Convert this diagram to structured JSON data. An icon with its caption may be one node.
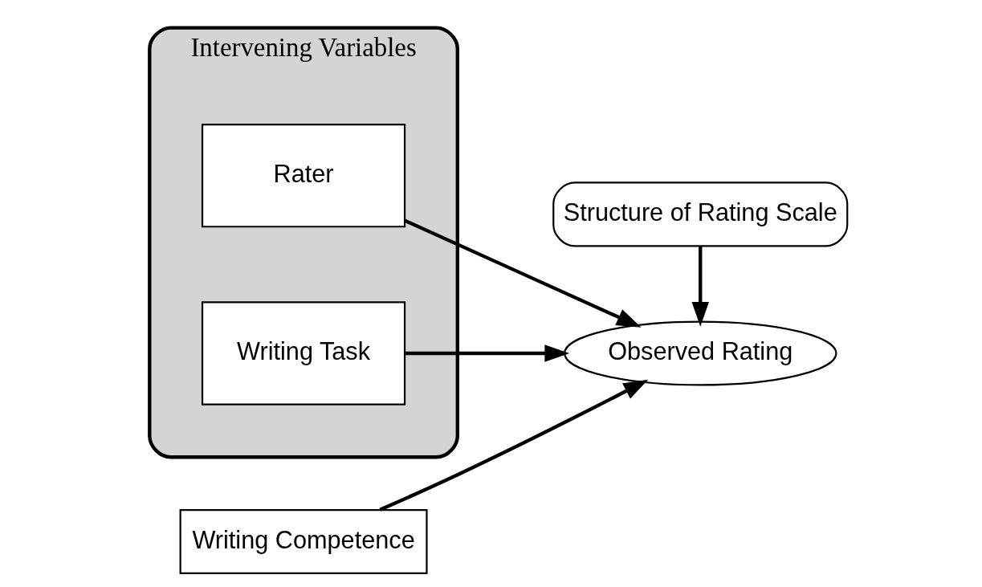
{
  "diagram": {
    "nodes": [
      {
        "text": [
          "Intervening Variables"
        ]
      },
      {
        "text": [
          "Rater"
        ],
        "in": 0
      },
      {
        "text": [
          "Writing Task"
        ],
        "in": 0
      },
      {
        "text": [
          "Writing Competence"
        ]
      },
      {
        "text": [
          "Observed Rating"
        ]
      },
      {
        "text": [
          "Structure of Rating Scale"
        ]
      }
    ],
    "edges": [
      {
        "from": 1,
        "to": 4,
        "arrow": "to"
      },
      {
        "from": 3,
        "to": 4,
        "arrow": "to"
      },
      {
        "from": 2,
        "to": 4,
        "arrow": "to"
      },
      {
        "from": 5,
        "to": 4,
        "arrow": "to"
      }
    ]
  }
}
